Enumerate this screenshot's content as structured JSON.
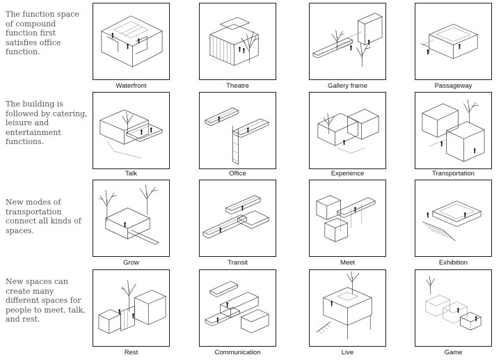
{
  "rows": [
    {
      "description": "The function space of compound function first satisfies office function.",
      "labels": [
        "Waterfront",
        "Theatre",
        "Gallery frame",
        "Passageway"
      ]
    },
    {
      "description": "The building is followed by catering, leisure and entertainment functions.",
      "labels": [
        "Talk",
        "Office",
        "Experience",
        "Transportation"
      ]
    },
    {
      "description": "New modes of transportation connect all kinds of spaces.",
      "labels": [
        "Grow",
        "Transit",
        "Meet",
        "Exhibition"
      ]
    },
    {
      "description": "New spaces can create many different spaces for people to meet, talk, and rest.",
      "labels": [
        "Rest",
        "Communication",
        "Live",
        "Game"
      ]
    }
  ]
}
